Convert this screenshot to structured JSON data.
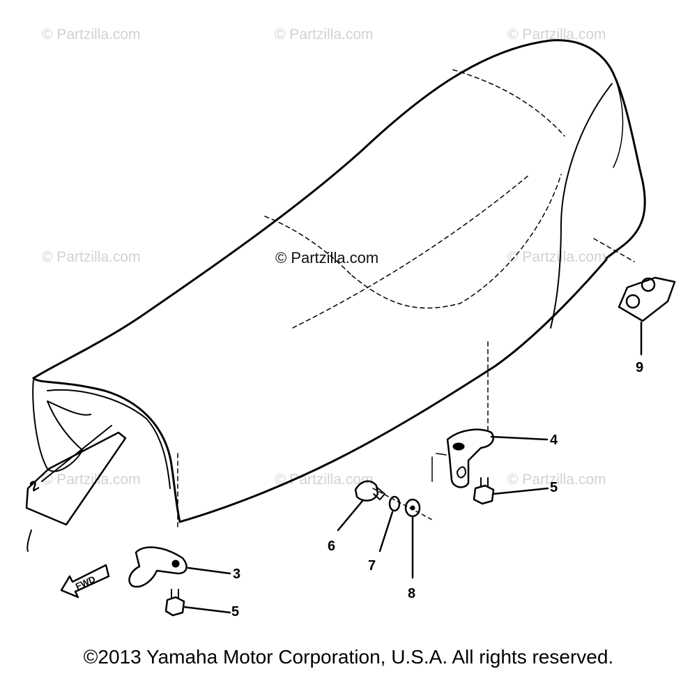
{
  "watermark": "© Partzilla.com",
  "center_watermark": "© Partzilla.com",
  "callouts": [
    "2",
    "3",
    "4",
    "5",
    "5",
    "6",
    "7",
    "8",
    "9"
  ],
  "fwd_label": "FWD",
  "copyright": "©2013 Yamaha Motor Corporation, U.S.A. All rights reserved.",
  "colors": {
    "line": "#000000",
    "watermark": "#d2d2d2",
    "background": "#ffffff"
  }
}
